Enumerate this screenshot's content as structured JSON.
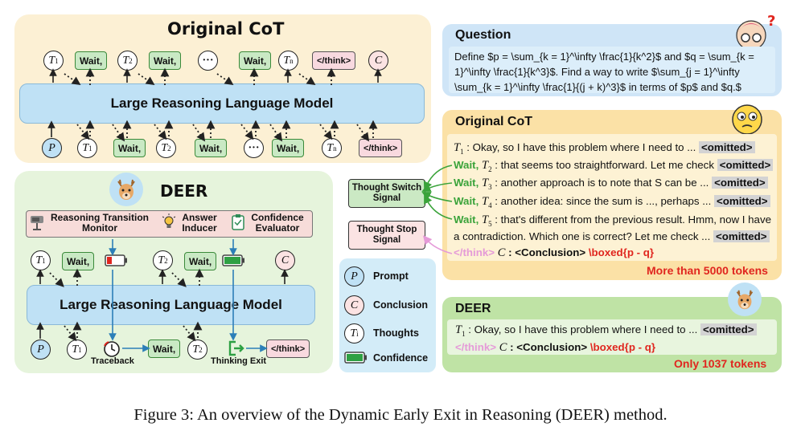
{
  "original_cot_panel": {
    "title": "Original CoT",
    "model_label": "Large Reasoning Language Model"
  },
  "tokens": {
    "t": "T",
    "c": "C",
    "p": "P",
    "ellipsis": "···"
  },
  "labels": {
    "wait": "Wait,",
    "think_end": "</think>"
  },
  "deer_panel": {
    "title": "DEER",
    "model_label": "Large Reasoning Language Model",
    "modules": {
      "monitor": "Reasoning Transition Monitor",
      "inducer": "Answer Inducer",
      "evaluator": "Confidence Evaluator"
    },
    "traceback": "Traceback",
    "thinking_exit": "Thinking Exit"
  },
  "signals": {
    "switch": "Thought Switch Signal",
    "stop": "Thought Stop Signal"
  },
  "legend": [
    {
      "symbol": "P",
      "label": "Prompt"
    },
    {
      "symbol": "C",
      "label": "Conclusion"
    },
    {
      "symbol": "Ti",
      "label": "Thoughts"
    },
    {
      "symbol": "battery",
      "label": "Confidence"
    }
  ],
  "question_panel": {
    "title": "Question",
    "text": "Define $p = \\sum_{k = 1}^\\infty \\frac{1}{k^2}$ and $q = \\sum_{k = 1}^\\infty \\frac{1}{k^3}$. Find a way to write $\\sum_{j = 1}^\\infty \\sum_{k = 1}^\\infty \\frac{1}{(j + k)^3}$ in terms of $p$ and $q.$"
  },
  "original_cot_text": {
    "title": "Original CoT",
    "lines": [
      {
        "wait": "",
        "t_sub": "1",
        "text": ": Okay, so I have this problem where I need to ...",
        "omitted": "<omitted>"
      },
      {
        "wait": "Wait,",
        "t_sub": "2",
        "text": ": that seems too straightforward. Let me check",
        "omitted": "<omitted>"
      },
      {
        "wait": "Wait,",
        "t_sub": "3",
        "text": ": another approach is to note that S can be ...",
        "omitted": "<omitted>"
      },
      {
        "wait": "Wait,",
        "t_sub": "4",
        "text": ": another idea: since the sum is ..., perhaps ...",
        "omitted": "<omitted>"
      },
      {
        "wait": "Wait,",
        "t_sub": "5",
        "text": ": that's different from the previous result. Hmm, now I have",
        "omitted": ""
      },
      {
        "wait": "",
        "t_sub": "",
        "text": "a contradiction. Which one is correct? Let me check ...",
        "omitted": "<omitted>"
      }
    ],
    "conclusion": {
      "think": "</think>",
      "c": "C",
      "text": ": <Conclusion>",
      "boxed": "\\boxed{p - q}"
    },
    "tokens": "More than 5000 tokens"
  },
  "deer_text": {
    "title": "DEER",
    "line": {
      "t_sub": "1",
      "text": ": Okay, so I have this problem where I need to ...",
      "omitted": "<omitted>"
    },
    "conclusion": {
      "think": "</think>",
      "c": "C",
      "text": ": <Conclusion>",
      "boxed": "\\boxed{p - q}"
    },
    "tokens": "Only 1037 tokens"
  },
  "caption": "Figure 3: An overview of the Dynamic Early Exit in Reasoning (DEER) method.",
  "colors": {
    "orig_bg": "#fcf0d4",
    "deer_bg": "#e6f4dc",
    "question_bg": "#cfe5f7",
    "legend_bg": "#d3ecf8",
    "lrlm": "#bfe1f5",
    "wait_green": "#3aa33a",
    "red": "#e0261f",
    "pink": "#e59ad8"
  }
}
